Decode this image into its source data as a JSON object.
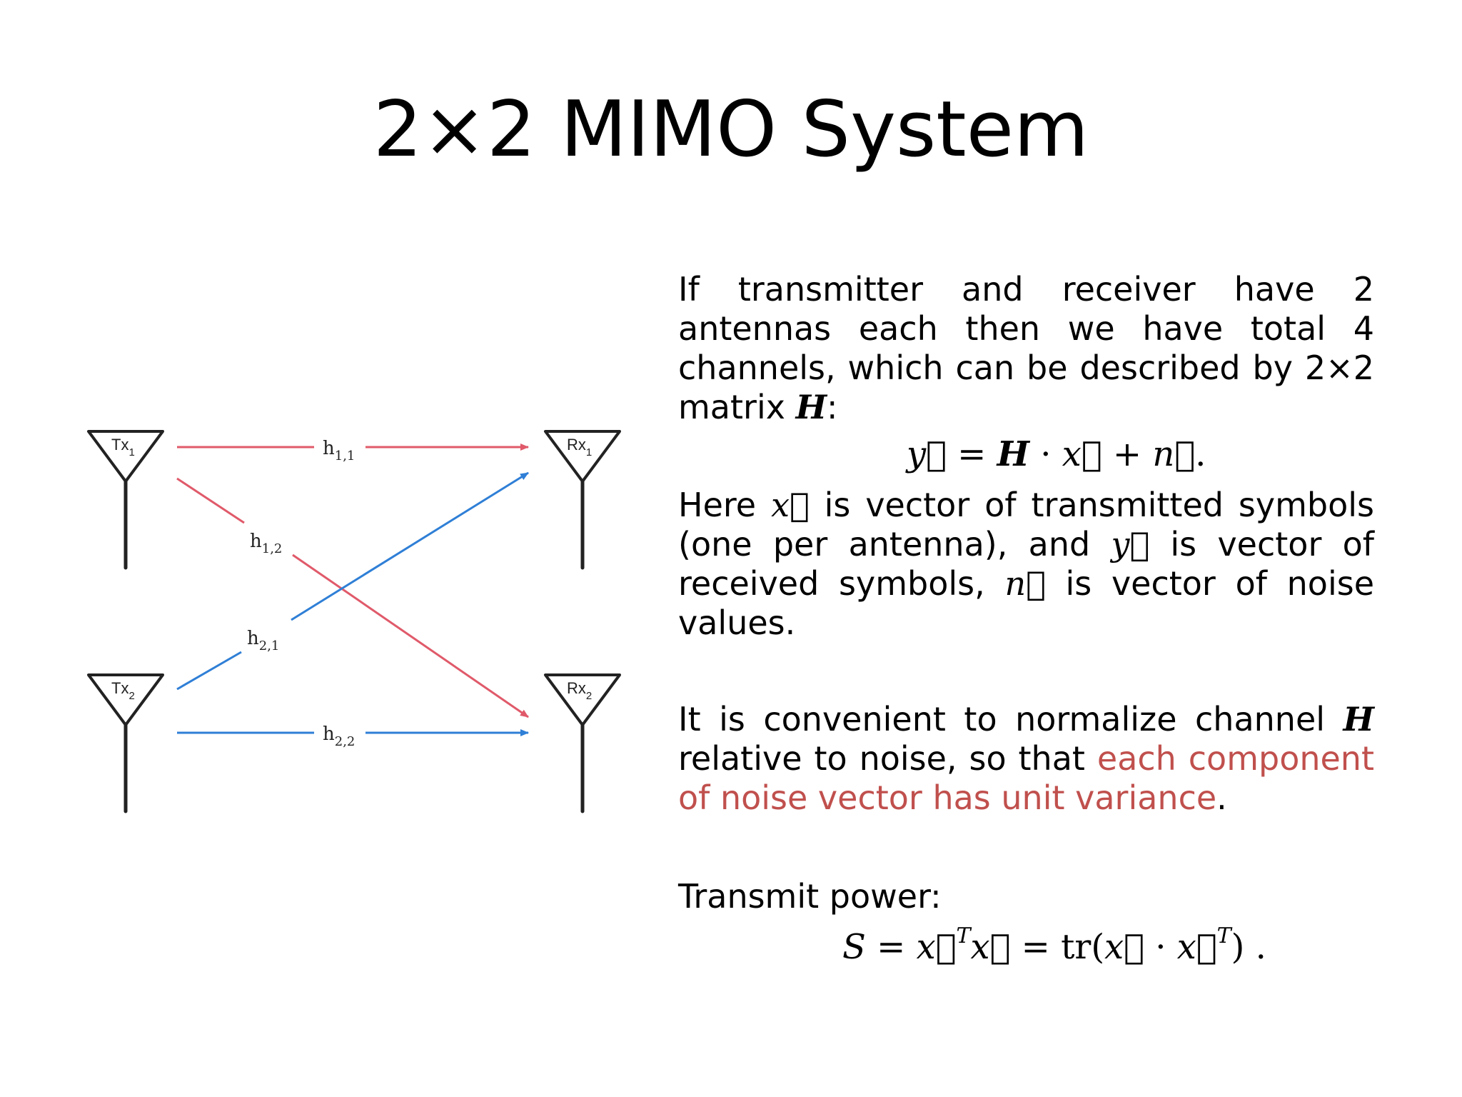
{
  "title": "2×2 MIMO System",
  "diagram": {
    "antennas": {
      "tx1": {
        "base": "Tx",
        "sub": "1"
      },
      "tx2": {
        "base": "Tx",
        "sub": "2"
      },
      "rx1": {
        "base": "Rx",
        "sub": "1"
      },
      "rx2": {
        "base": "Rx",
        "sub": "2"
      }
    },
    "channels": {
      "h11": {
        "base": "h",
        "sub": "1,1"
      },
      "h12": {
        "base": "h",
        "sub": "1,2"
      },
      "h21": {
        "base": "h",
        "sub": "2,1"
      },
      "h22": {
        "base": "h",
        "sub": "2,2"
      }
    },
    "colors": {
      "tx1_paths": "#e05a6a",
      "tx2_paths": "#2f7fd6"
    }
  },
  "paragraph1": {
    "text": "If transmitter and receiver have 2 antennas each then we have total 4 channels, which can be described by 2×2 matrix ",
    "symbol": "H",
    "end": ":"
  },
  "equation1": {
    "y": "y⃗",
    "eq": " = ",
    "H": "H",
    "dot": " · ",
    "x": "x⃗",
    "plus": " + ",
    "n": "n⃗",
    "end": "."
  },
  "paragraph2": {
    "part1": "Here ",
    "x": "x⃗",
    "part2": " is vector of transmitted symbols (one per antenna), and ",
    "y": "y⃗",
    "part3": " is vector of received symbols, ",
    "n": "n⃗",
    "part4": " is vector of noise values."
  },
  "paragraph3": {
    "part1": "It is convenient to normalize channel ",
    "symbol": "H",
    "part2": " relative to noise, so that ",
    "highlight": "each component of noise vector has unit variance",
    "end": "."
  },
  "transmit_label": "Transmit power:",
  "equation2": {
    "S": "S",
    "eq1": " = ",
    "x1": "x⃗",
    "t1": "T",
    "x2": "x⃗",
    "eq2": " = ",
    "tr": "tr(",
    "x3": "x⃗",
    "dot": " · ",
    "x4": "x⃗",
    "t2": "T",
    "close": ")",
    "end": " ."
  }
}
